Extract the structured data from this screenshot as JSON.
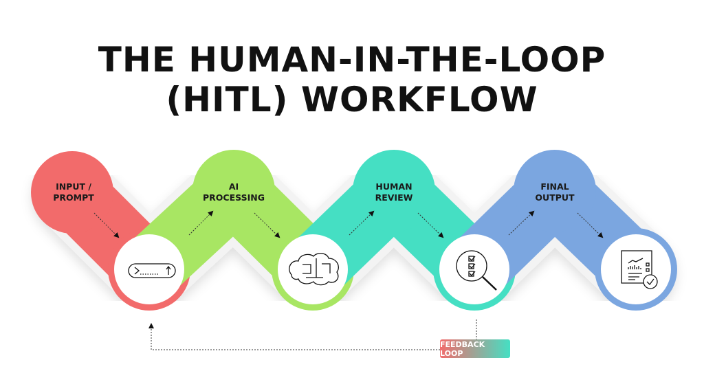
{
  "title": {
    "line1": "THE HUMAN-IN-THE-LOOP",
    "line2": "(HITL) WORKFLOW"
  },
  "steps": [
    {
      "line1": "INPUT /",
      "line2": "PROMPT",
      "icon": "prompt-input-icon",
      "color": "#f26b6b"
    },
    {
      "line1": "AI",
      "line2": "PROCESSING",
      "icon": "brain-circuit-icon",
      "color": "#a8e663"
    },
    {
      "line1": "HUMAN",
      "line2": "REVIEW",
      "icon": "checklist-magnifier-icon",
      "color": "#45dfc3"
    },
    {
      "line1": "FINAL",
      "line2": "OUTPUT",
      "icon": "report-check-icon",
      "color": "#7ba6e0"
    }
  ],
  "feedback": {
    "label": "FEEDBACK LOOP"
  }
}
